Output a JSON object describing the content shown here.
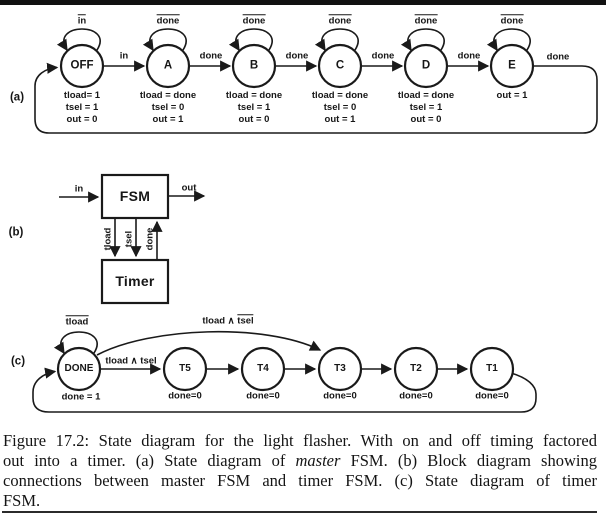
{
  "panels": {
    "a": {
      "tag": "(a)",
      "states": [
        {
          "name": "OFF",
          "loop": "in",
          "out": [
            "tload= 1",
            "tsel = 1",
            "out = 0"
          ]
        },
        {
          "name": "A",
          "loop": "done",
          "out": [
            "tload = done",
            "tsel = 0",
            "out = 1"
          ]
        },
        {
          "name": "B",
          "loop": "done",
          "out": [
            "tload = done",
            "tsel = 1",
            "out = 0"
          ]
        },
        {
          "name": "C",
          "loop": "done",
          "out": [
            "tload = done",
            "tsel = 0",
            "out = 1"
          ]
        },
        {
          "name": "D",
          "loop": "done",
          "out": [
            "tload = done",
            "tsel = 1",
            "out = 0"
          ]
        },
        {
          "name": "E",
          "loop": "done",
          "out": [
            "out = 1"
          ]
        }
      ],
      "transitions": [
        "in",
        "done",
        "done",
        "done",
        "done"
      ],
      "exit_label": "done"
    },
    "b": {
      "tag": "(b)",
      "fsm_label": "FSM",
      "timer_label": "Timer",
      "in_label": "in",
      "out_label": "out",
      "signals": [
        "tload",
        "tsel",
        "done"
      ]
    },
    "c": {
      "tag": "(c)",
      "states": [
        {
          "name": "DONE",
          "out": "done = 1"
        },
        {
          "name": "T5",
          "out": "done=0"
        },
        {
          "name": "T4",
          "out": "done=0"
        },
        {
          "name": "T3",
          "out": "done=0"
        },
        {
          "name": "T2",
          "out": "done=0"
        },
        {
          "name": "T1",
          "out": "done=0"
        }
      ],
      "loop": "tload",
      "t5_label": "tload ∧ tsel",
      "skip_label_pre": "tload ∧ ",
      "skip_label_ov": "tsel"
    }
  },
  "caption": {
    "line1": "Figure 17.2: State diagram for the light flasher. With on and off timing factored",
    "line2_pre": "out into a timer. (a) State diagram of ",
    "line2_it": "master",
    "line2_post": " FSM. (b) Block diagram showing",
    "line3": "connections between master FSM and timer FSM. (c) State diagram of timer",
    "line4": "FSM."
  }
}
